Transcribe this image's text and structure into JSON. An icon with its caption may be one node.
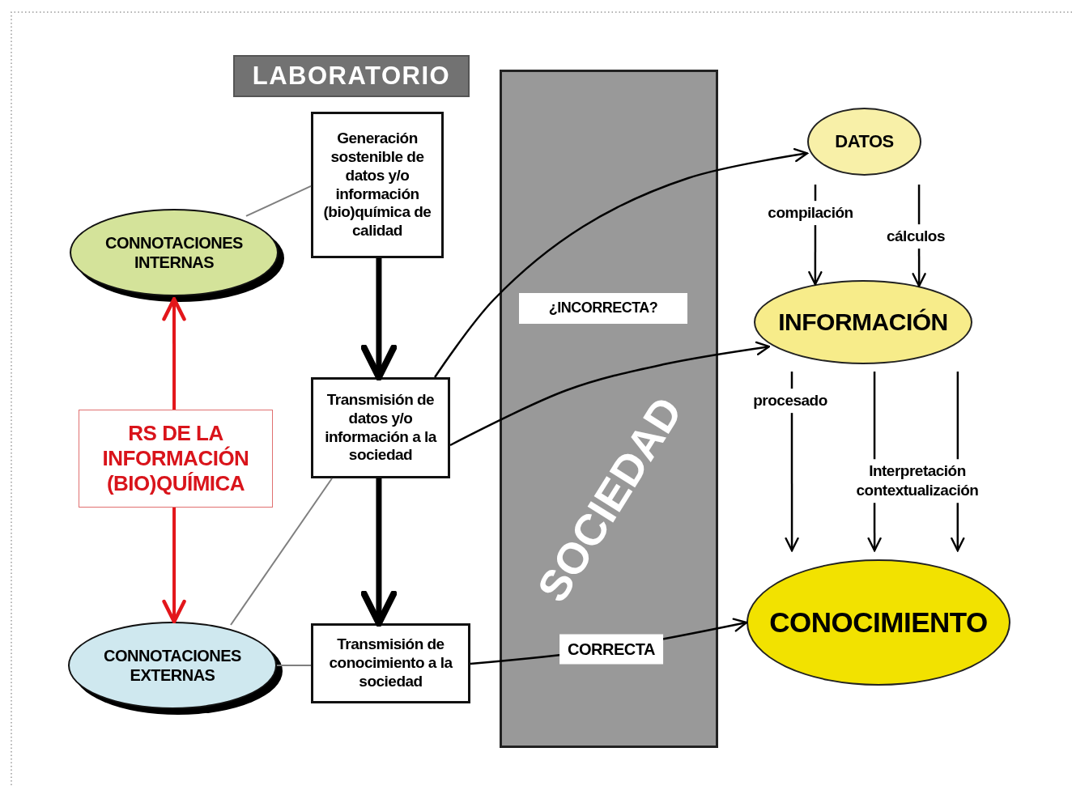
{
  "diagram": {
    "nodes": [
      {
        "text": [
          "LABORATORIO"
        ]
      },
      {
        "text": [
          "Generación sostenible de datos y/o información (bio)química de calidad"
        ]
      },
      {
        "text": [
          "CONNOTACIONES INTERNAS"
        ]
      },
      {
        "text": [
          "Transmisión de datos y/o información a la sociedad"
        ]
      },
      {
        "text": [
          "RS DE LA INFORMACIÓN (BIO)QUÍMICA"
        ]
      },
      {
        "text": [
          "CONNOTACIONES EXTERNAS"
        ]
      },
      {
        "text": [
          "Transmisión de conocimiento a la sociedad"
        ]
      },
      {
        "text": [
          "SOCIEDAD"
        ]
      },
      {
        "text": [
          "¿INCORRECTA?"
        ],
        "in": 7
      },
      {
        "text": [
          "DATOS"
        ]
      },
      {
        "text": [
          "INFORMACIÓN"
        ]
      },
      {
        "text": [
          "CONOCIMIENTO"
        ]
      }
    ],
    "edges": [
      {
        "from": 1,
        "to": 3,
        "arrow": "to",
        "style": "thick"
      },
      {
        "from": 3,
        "to": 6,
        "arrow": "to",
        "style": "thick"
      },
      {
        "from": 2,
        "to": 1,
        "arrow": "none",
        "color": "#7f7f7f"
      },
      {
        "from": 5,
        "to": 3,
        "arrow": "none",
        "color": "#7f7f7f"
      },
      {
        "from": 5,
        "to": 6,
        "arrow": "none",
        "color": "#7f7f7f"
      },
      {
        "from": 4,
        "to": 2,
        "arrow": "to",
        "color": "#e3161b"
      },
      {
        "from": 4,
        "to": 5,
        "arrow": "to",
        "color": "#e3161b"
      },
      {
        "from": 3,
        "to": 9,
        "arrow": "to"
      },
      {
        "from": 3,
        "to": 10,
        "arrow": "to"
      },
      {
        "from": 6,
        "to": 11,
        "arrow": "to",
        "label": "CORRECTA"
      },
      {
        "from": 9,
        "to": 10,
        "arrow": "to",
        "label": "compilación"
      },
      {
        "from": 9,
        "to": 10,
        "arrow": "to",
        "label": "cálculos"
      },
      {
        "from": 10,
        "to": 11,
        "arrow": "to",
        "label": "procesado"
      },
      {
        "from": 10,
        "to": 11,
        "arrow": "to",
        "label": "Interpretación contextualización"
      },
      {
        "from": 10,
        "to": 11,
        "arrow": "to"
      }
    ]
  }
}
